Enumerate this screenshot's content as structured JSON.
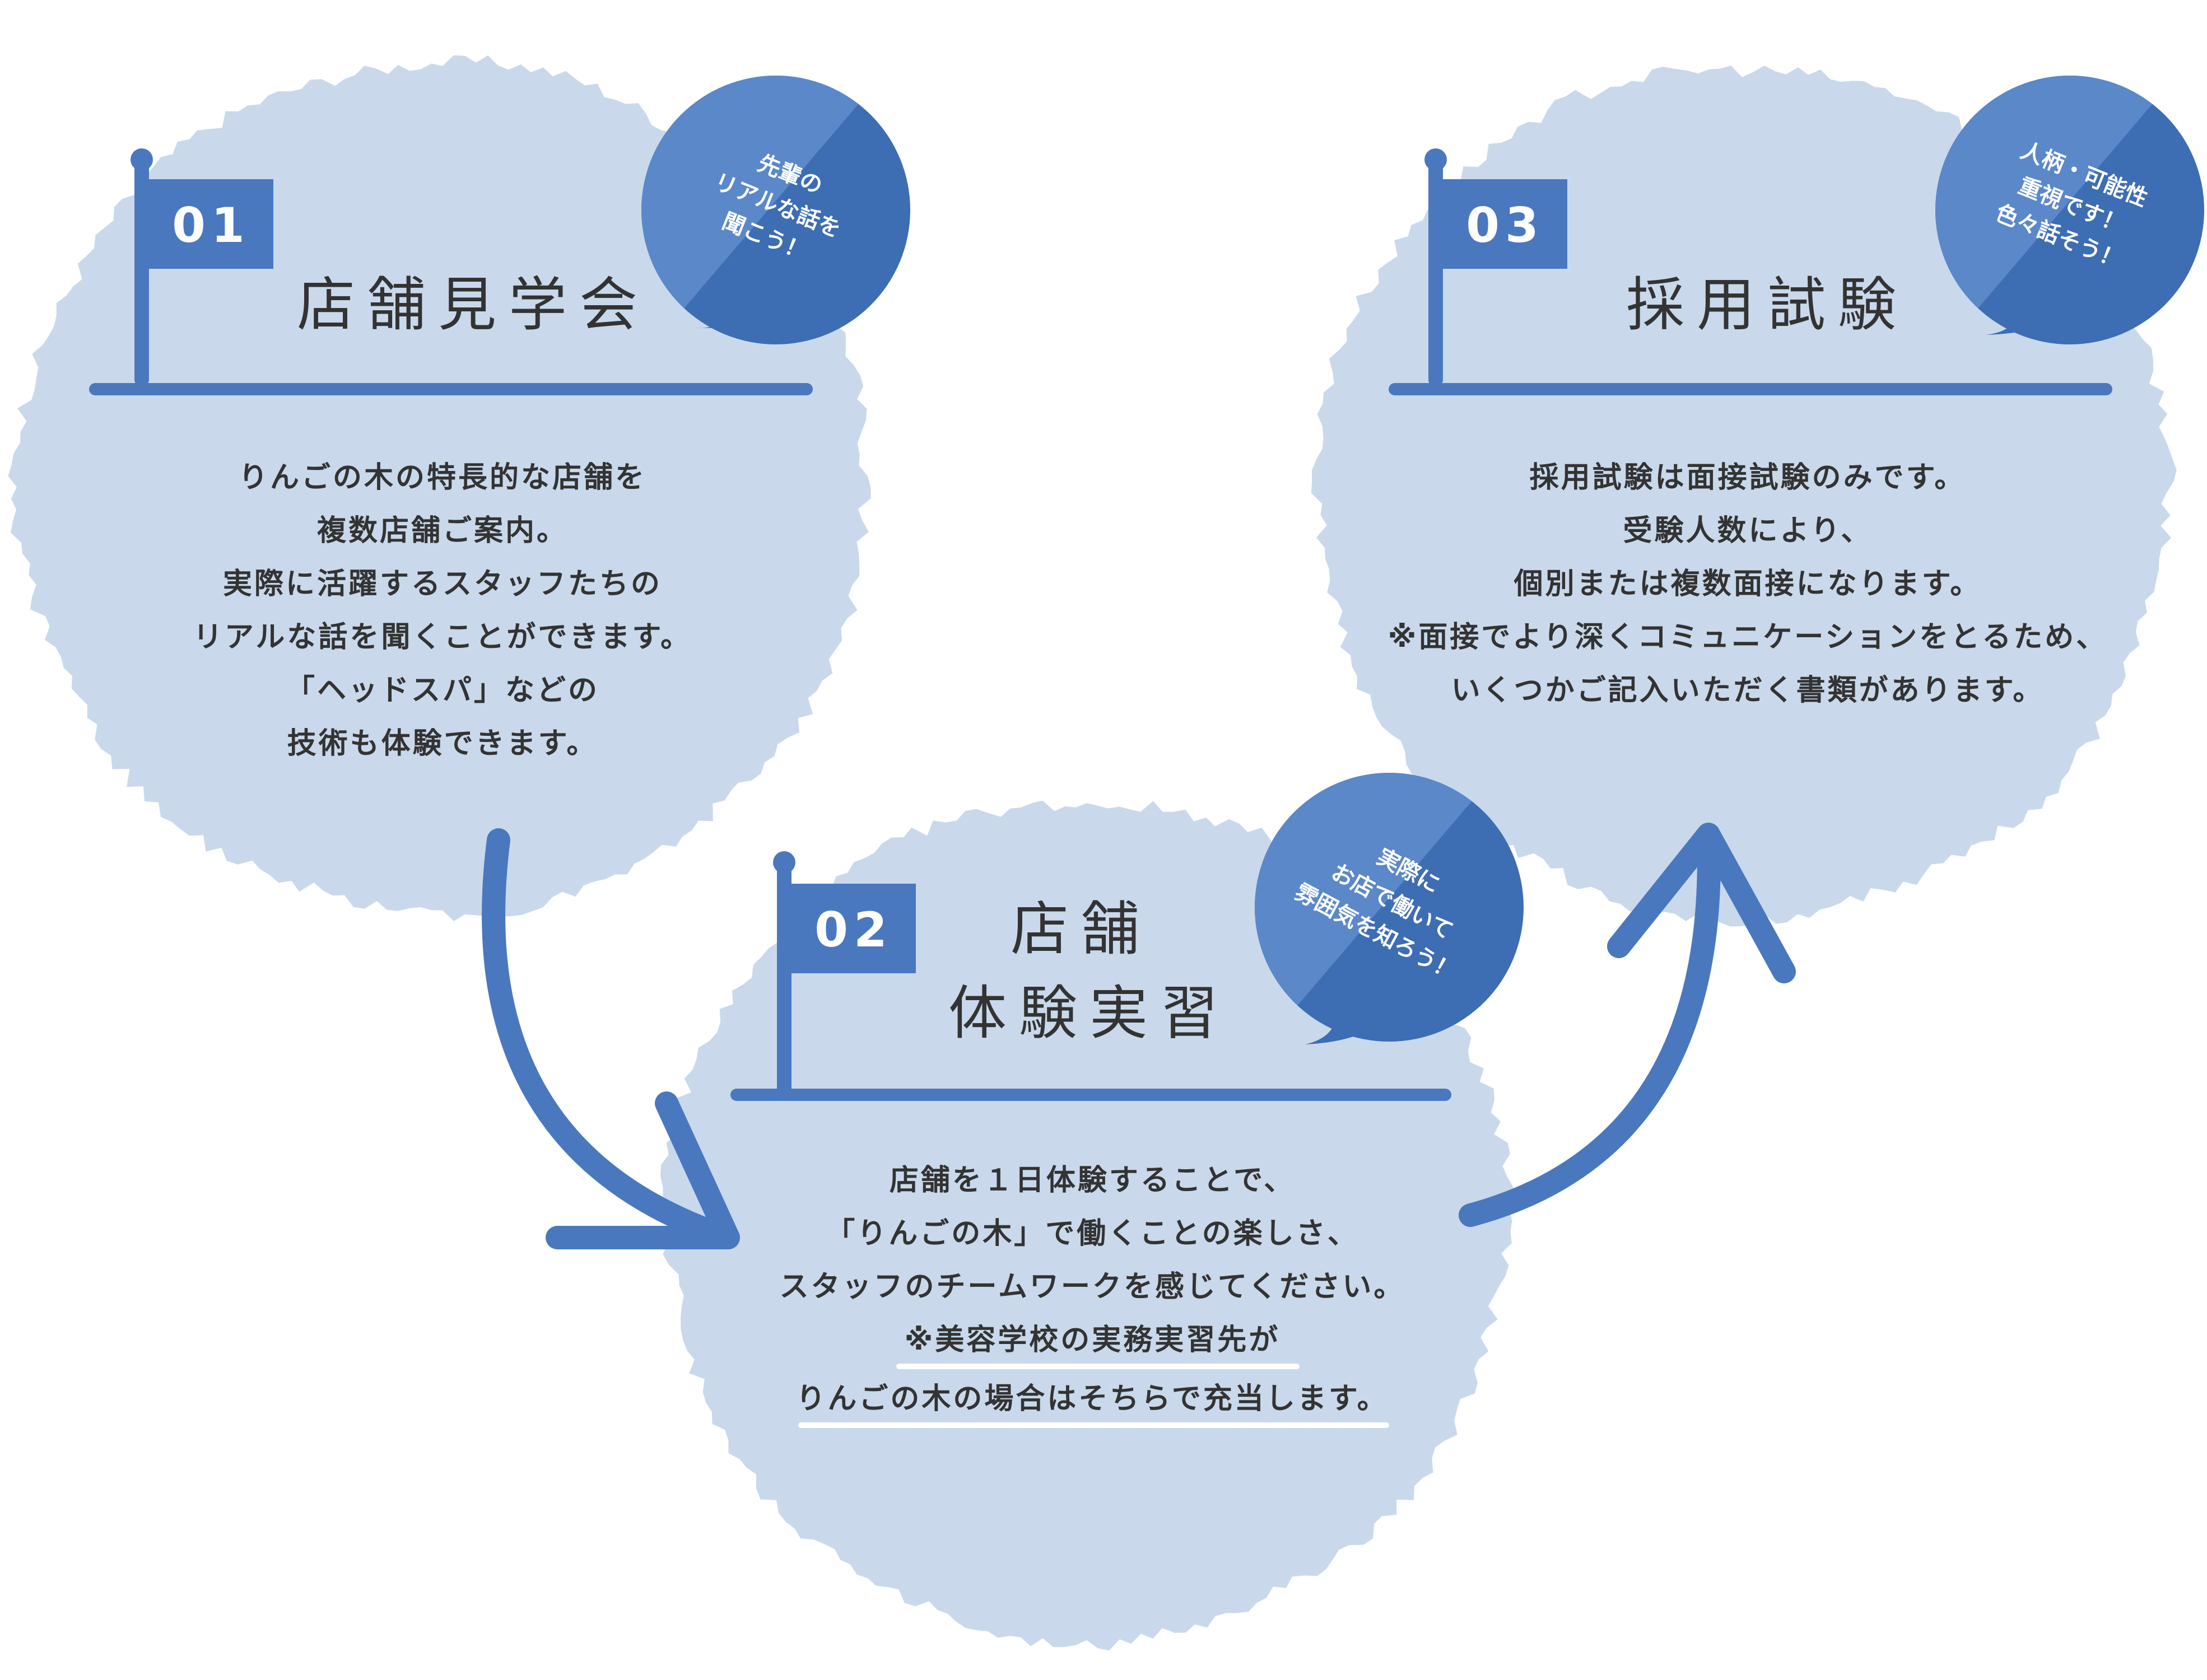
{
  "steps": [
    {
      "number": "01",
      "title_lines": [
        "店舗見学会"
      ],
      "bubble_lines": [
        "先輩の",
        "リアルな話を",
        "聞こう！"
      ],
      "body_lines": [
        "りんごの木の特長的な店舗を",
        "複数店舗ご案内。",
        "実際に活躍するスタッフたちの",
        "リアルな話を聞くことができます。",
        "「ヘッドスパ」などの",
        "技術も体験できます。"
      ]
    },
    {
      "number": "02",
      "title_lines": [
        "店舗",
        "体験実習"
      ],
      "bubble_lines": [
        "実際に",
        "お店で働いて",
        "雰囲気を知ろう！"
      ],
      "body_lines": [
        "店舗を１日体験することで、",
        "「りんごの木」で働くことの楽しさ、",
        "スタッフのチームワークを感じてください。",
        "※美容学校の実務実習先が",
        "りんごの木の場合はそちらで充当します。"
      ]
    },
    {
      "number": "03",
      "title_lines": [
        "採用試験"
      ],
      "bubble_lines": [
        "人柄・可能性",
        "重視です！",
        "色々話そう！"
      ],
      "body_lines": [
        "採用試験は面接試験のみです。",
        "受験人数により、",
        "個別または複数面接になります。",
        "※面接でより深くコミュニケーションをとるため、",
        "いくつかご記入いただく書類があります。"
      ]
    }
  ],
  "colors": {
    "circle_fill": "#c9d9eb",
    "accent": "#4a78bf",
    "bubble_dark": "#3d6db3",
    "bubble_light": "#5a88c9",
    "text": "#333333",
    "white": "#ffffff"
  }
}
